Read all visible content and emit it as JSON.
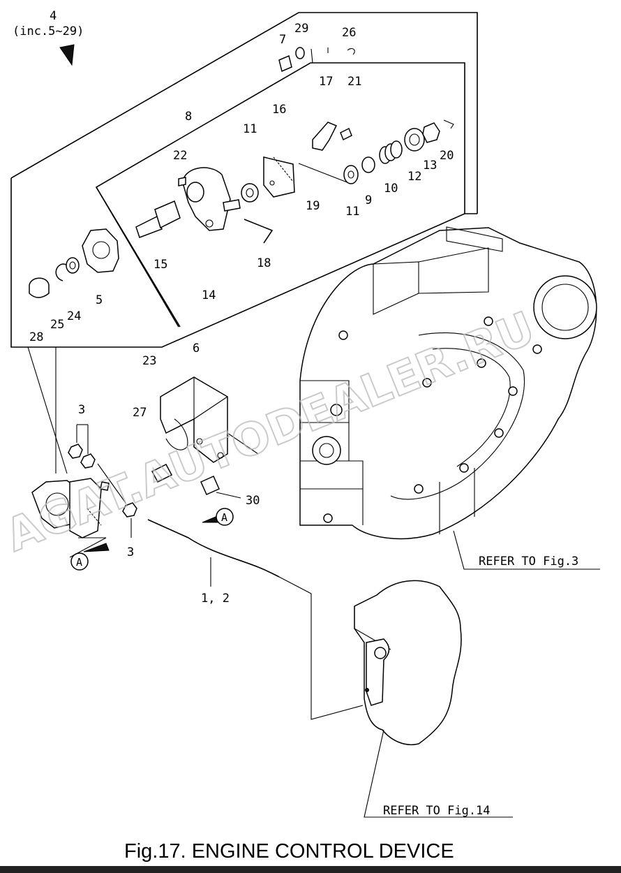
{
  "labels": {
    "assembly_num": "4",
    "assembly_inc": "(inc.5~29)",
    "l1": "1, 2",
    "l3a": "3",
    "l3b": "3",
    "l5": "5",
    "l6": "6",
    "l7": "7",
    "l8": "8",
    "l9": "9",
    "l10": "10",
    "l11a": "11",
    "l11b": "11",
    "l12": "12",
    "l13": "13",
    "l14": "14",
    "l15": "15",
    "l16": "16",
    "l17": "17",
    "l18": "18",
    "l19": "19",
    "l20": "20",
    "l21": "21",
    "l22": "22",
    "l23": "23",
    "l24": "24",
    "l25": "25",
    "l26": "26",
    "l27": "27",
    "l28": "28",
    "l29": "29",
    "l30": "30",
    "marker_a1": "A",
    "marker_a2": "A"
  },
  "refs": {
    "fig3": "REFER TO Fig.3",
    "fig14": "REFER TO Fig.14"
  },
  "caption": "Fig.17.  ENGINE CONTROL DEVICE",
  "watermark": "AGAT.AUTODEALER.RU"
}
